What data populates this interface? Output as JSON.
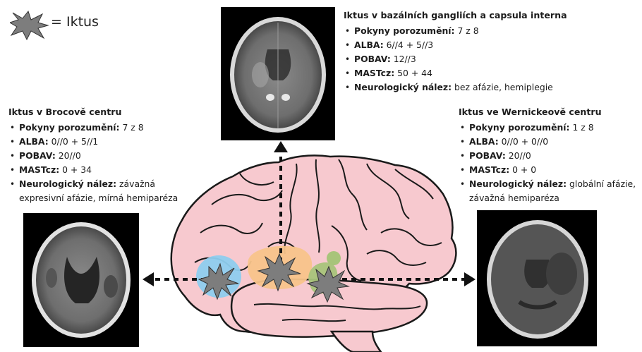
{
  "legend": {
    "label": "= Iktus",
    "icon": "stroke-burst-icon",
    "burst_color": "#7d7d7d"
  },
  "blocks": {
    "top": {
      "title": "Iktus v bazálních gangliích a capsula interna",
      "items": [
        {
          "key": "Pokyny porozumění:",
          "value": " 7 z 8"
        },
        {
          "key": "ALBA:",
          "value": " 6//4 + 5//3"
        },
        {
          "key": "POBAV:",
          "value": " 12//3"
        },
        {
          "key": "MASTcz:",
          "value": " 50 + 44"
        },
        {
          "key": "Neurologický nález:",
          "value": " bez afázie, hemiplegie"
        }
      ]
    },
    "left": {
      "title": "Iktus v Brocově centru",
      "items": [
        {
          "key": "Pokyny porozumění:",
          "value": " 7 z 8"
        },
        {
          "key": "ALBA:",
          "value": " 0//0 + 5//1"
        },
        {
          "key": "POBAV:",
          "value": " 20//0"
        },
        {
          "key": "MASTcz:",
          "value": " 0 + 34"
        },
        {
          "key": "Neurologický nález:",
          "value": " závažná",
          "cont": "expresivní afázie, mírná hemiparéza"
        }
      ]
    },
    "right": {
      "title": "Iktus ve Wernickeově centru",
      "items": [
        {
          "key": "Pokyny porozumění:",
          "value": " 1 z 8"
        },
        {
          "key": "ALBA:",
          "value": " 0//0 + 0//0"
        },
        {
          "key": "POBAV:",
          "value": " 20//0"
        },
        {
          "key": "MASTcz:",
          "value": " 0 + 0"
        },
        {
          "key": "Neurologický nález:",
          "value": " globální afázie,",
          "cont": "závažná hemiparéza"
        }
      ]
    }
  },
  "colors": {
    "brain_fill": "#f7c9cf",
    "brain_stroke": "#1a1a1a",
    "broca_region": "#8ecdee",
    "basal_ganglia_region": "#f8c48a",
    "wernicke_region": "#a8c47a",
    "arrow": "#111111",
    "burst": "#7d7d7d"
  }
}
